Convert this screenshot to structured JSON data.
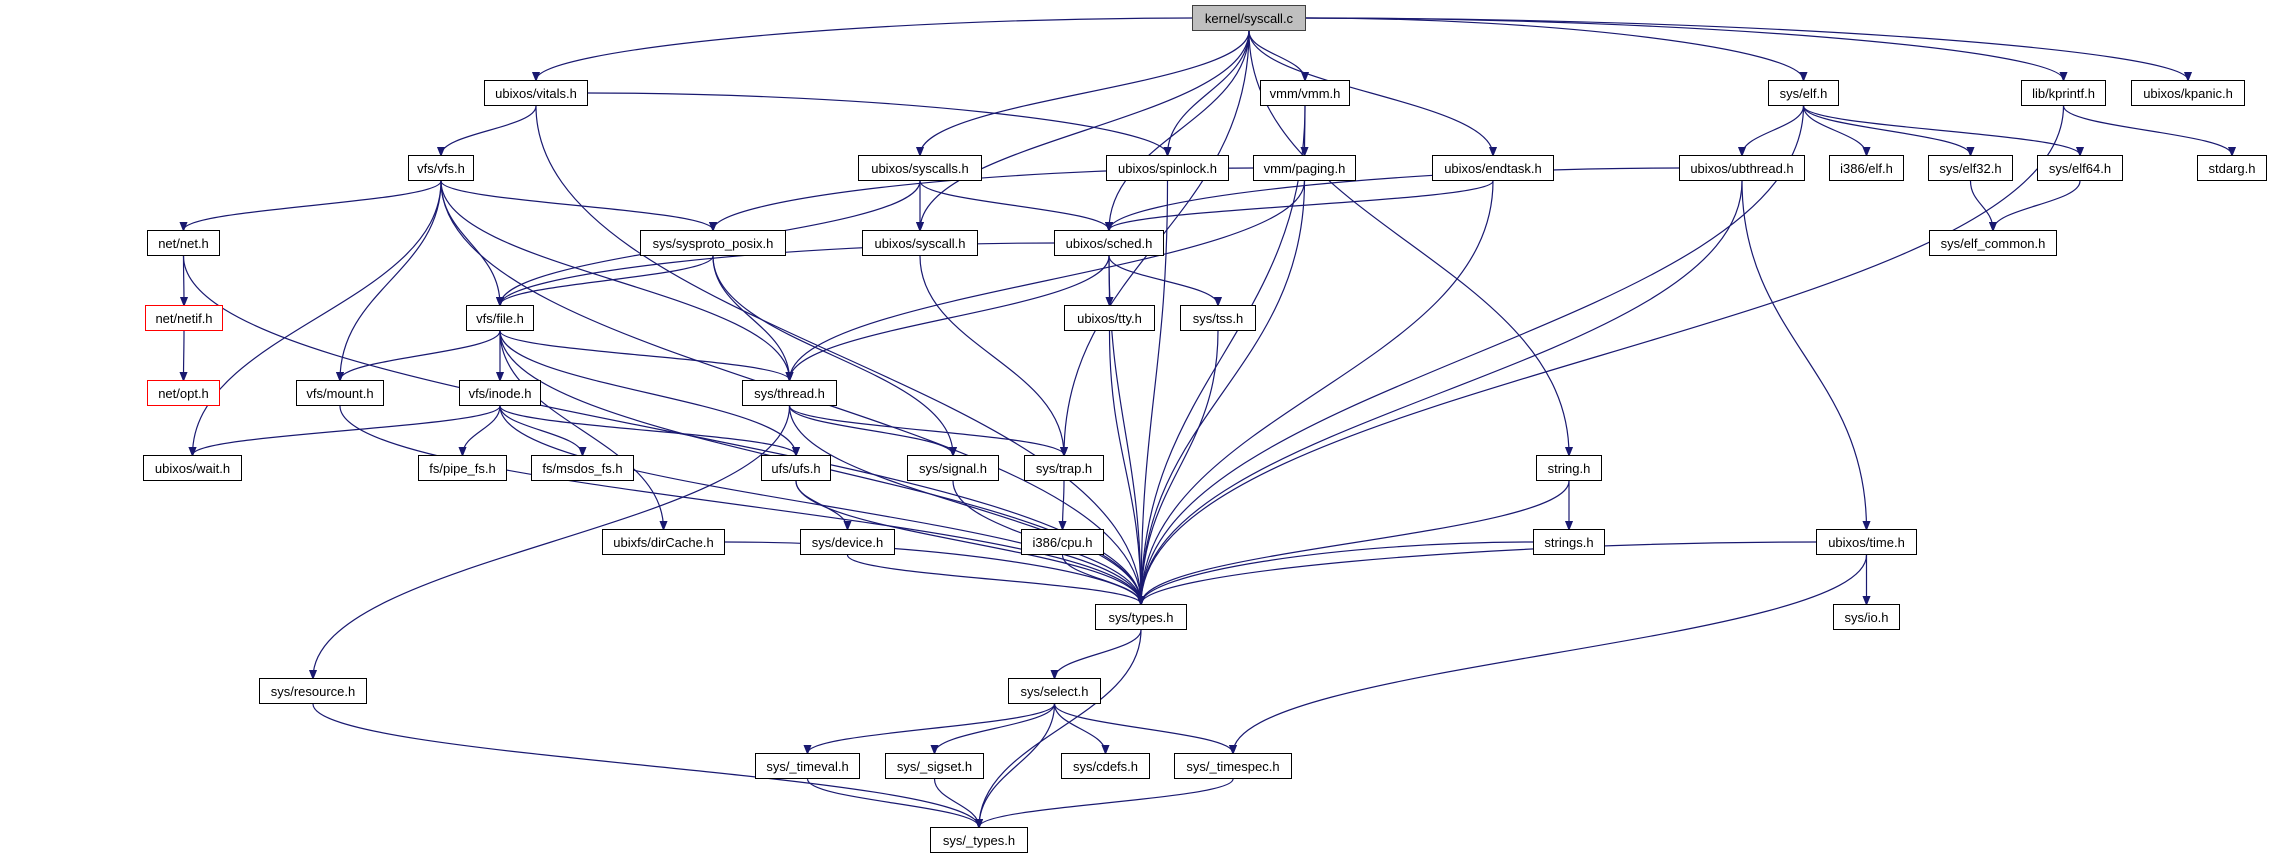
{
  "title": "kernel/syscall.c",
  "colors": {
    "edge": "#191970",
    "root_fill": "#bfbfbf",
    "missing_border": "#ff0000",
    "node_border": "#000000"
  },
  "nodes": [
    {
      "id": "kernel_syscall_c",
      "label": "kernel/syscall.c",
      "kind": "root"
    },
    {
      "id": "ubixos_vitals_h",
      "label": "ubixos/vitals.h"
    },
    {
      "id": "vmm_vmm_h",
      "label": "vmm/vmm.h"
    },
    {
      "id": "sys_elf_h",
      "label": "sys/elf.h"
    },
    {
      "id": "lib_kprintf_h",
      "label": "lib/kprintf.h"
    },
    {
      "id": "ubixos_kpanic_h",
      "label": "ubixos/kpanic.h"
    },
    {
      "id": "vfs_vfs_h",
      "label": "vfs/vfs.h"
    },
    {
      "id": "ubixos_syscalls_h",
      "label": "ubixos/syscalls.h"
    },
    {
      "id": "ubixos_spinlock_h",
      "label": "ubixos/spinlock.h"
    },
    {
      "id": "vmm_paging_h",
      "label": "vmm/paging.h"
    },
    {
      "id": "ubixos_endtask_h",
      "label": "ubixos/endtask.h"
    },
    {
      "id": "ubixos_ubthread_h",
      "label": "ubixos/ubthread.h"
    },
    {
      "id": "i386_elf_h",
      "label": "i386/elf.h"
    },
    {
      "id": "sys_elf32_h",
      "label": "sys/elf32.h"
    },
    {
      "id": "sys_elf64_h",
      "label": "sys/elf64.h"
    },
    {
      "id": "stdarg_h",
      "label": "stdarg.h"
    },
    {
      "id": "net_net_h",
      "label": "net/net.h"
    },
    {
      "id": "sys_sysproto_posix_h",
      "label": "sys/sysproto_posix.h"
    },
    {
      "id": "ubixos_syscall_h",
      "label": "ubixos/syscall.h"
    },
    {
      "id": "ubixos_sched_h",
      "label": "ubixos/sched.h"
    },
    {
      "id": "sys_elf_common_h",
      "label": "sys/elf_common.h"
    },
    {
      "id": "net_netif_h",
      "label": "net/netif.h",
      "kind": "missing"
    },
    {
      "id": "vfs_file_h",
      "label": "vfs/file.h"
    },
    {
      "id": "ubixos_tty_h",
      "label": "ubixos/tty.h"
    },
    {
      "id": "sys_tss_h",
      "label": "sys/tss.h"
    },
    {
      "id": "net_opt_h",
      "label": "net/opt.h",
      "kind": "missing"
    },
    {
      "id": "vfs_mount_h",
      "label": "vfs/mount.h"
    },
    {
      "id": "vfs_inode_h",
      "label": "vfs/inode.h"
    },
    {
      "id": "sys_thread_h",
      "label": "sys/thread.h"
    },
    {
      "id": "ubixos_wait_h",
      "label": "ubixos/wait.h"
    },
    {
      "id": "fs_pipe_fs_h",
      "label": "fs/pipe_fs.h"
    },
    {
      "id": "fs_msdos_fs_h",
      "label": "fs/msdos_fs.h"
    },
    {
      "id": "ufs_ufs_h",
      "label": "ufs/ufs.h"
    },
    {
      "id": "sys_signal_h",
      "label": "sys/signal.h"
    },
    {
      "id": "sys_trap_h",
      "label": "sys/trap.h"
    },
    {
      "id": "string_h",
      "label": "string.h"
    },
    {
      "id": "ubixfs_dircache_h",
      "label": "ubixfs/dirCache.h"
    },
    {
      "id": "sys_device_h",
      "label": "sys/device.h"
    },
    {
      "id": "i386_cpu_h",
      "label": "i386/cpu.h"
    },
    {
      "id": "strings_h",
      "label": "strings.h"
    },
    {
      "id": "ubixos_time_h",
      "label": "ubixos/time.h"
    },
    {
      "id": "sys_types_h",
      "label": "sys/types.h"
    },
    {
      "id": "sys_io_h",
      "label": "sys/io.h"
    },
    {
      "id": "sys_resource_h",
      "label": "sys/resource.h"
    },
    {
      "id": "sys_select_h",
      "label": "sys/select.h"
    },
    {
      "id": "sys_timeval_h",
      "label": "sys/_timeval.h"
    },
    {
      "id": "sys_sigset_h",
      "label": "sys/_sigset.h"
    },
    {
      "id": "sys_cdefs_h",
      "label": "sys/cdefs.h"
    },
    {
      "id": "sys_timespec_h",
      "label": "sys/_timespec.h"
    },
    {
      "id": "sys__types_h",
      "label": "sys/_types.h"
    }
  ],
  "edges": [
    [
      "kernel_syscall_c",
      "ubixos_vitals_h"
    ],
    [
      "kernel_syscall_c",
      "ubixos_syscalls_h"
    ],
    [
      "kernel_syscall_c",
      "ubixos_syscall_h"
    ],
    [
      "kernel_syscall_c",
      "ubixos_sched_h"
    ],
    [
      "kernel_syscall_c",
      "ubixos_spinlock_h"
    ],
    [
      "kernel_syscall_c",
      "vmm_vmm_h"
    ],
    [
      "kernel_syscall_c",
      "ubixos_endtask_h"
    ],
    [
      "kernel_syscall_c",
      "sys_trap_h"
    ],
    [
      "kernel_syscall_c",
      "string_h"
    ],
    [
      "kernel_syscall_c",
      "sys_elf_h"
    ],
    [
      "kernel_syscall_c",
      "lib_kprintf_h"
    ],
    [
      "kernel_syscall_c",
      "ubixos_kpanic_h"
    ],
    [
      "ubixos_vitals_h",
      "vfs_vfs_h"
    ],
    [
      "ubixos_vitals_h",
      "ubixos_spinlock_h"
    ],
    [
      "ubixos_vitals_h",
      "sys_types_h"
    ],
    [
      "vfs_vfs_h",
      "net_net_h"
    ],
    [
      "vfs_vfs_h",
      "sys_sysproto_posix_h"
    ],
    [
      "vfs_vfs_h",
      "vfs_file_h"
    ],
    [
      "vfs_vfs_h",
      "vfs_mount_h"
    ],
    [
      "vfs_vfs_h",
      "ubixos_wait_h"
    ],
    [
      "vfs_vfs_h",
      "sys_thread_h"
    ],
    [
      "vfs_vfs_h",
      "sys_types_h"
    ],
    [
      "ubixos_syscalls_h",
      "ubixos_syscall_h"
    ],
    [
      "ubixos_syscalls_h",
      "ubixos_sched_h"
    ],
    [
      "ubixos_syscalls_h",
      "vfs_file_h"
    ],
    [
      "ubixos_spinlock_h",
      "sys_types_h"
    ],
    [
      "vmm_vmm_h",
      "vmm_paging_h"
    ],
    [
      "vmm_vmm_h",
      "sys_types_h"
    ],
    [
      "vmm_paging_h",
      "sys_sysproto_posix_h"
    ],
    [
      "vmm_paging_h",
      "sys_thread_h"
    ],
    [
      "vmm_paging_h",
      "sys_types_h"
    ],
    [
      "ubixos_endtask_h",
      "ubixos_sched_h"
    ],
    [
      "ubixos_endtask_h",
      "sys_types_h"
    ],
    [
      "sys_elf_h",
      "ubixos_ubthread_h"
    ],
    [
      "sys_elf_h",
      "i386_elf_h"
    ],
    [
      "sys_elf_h",
      "sys_elf32_h"
    ],
    [
      "sys_elf_h",
      "sys_elf64_h"
    ],
    [
      "sys_elf_h",
      "sys_types_h"
    ],
    [
      "lib_kprintf_h",
      "stdarg_h"
    ],
    [
      "lib_kprintf_h",
      "sys_types_h"
    ],
    [
      "ubixos_ubthread_h",
      "ubixos_sched_h"
    ],
    [
      "ubixos_ubthread_h",
      "ubixos_time_h"
    ],
    [
      "ubixos_ubthread_h",
      "sys_types_h"
    ],
    [
      "sys_elf32_h",
      "sys_elf_common_h"
    ],
    [
      "sys_elf64_h",
      "sys_elf_common_h"
    ],
    [
      "net_net_h",
      "net_netif_h"
    ],
    [
      "net_net_h",
      "sys_types_h"
    ],
    [
      "net_netif_h",
      "net_opt_h"
    ],
    [
      "sys_sysproto_posix_h",
      "vfs_file_h"
    ],
    [
      "sys_sysproto_posix_h",
      "sys_thread_h"
    ],
    [
      "sys_sysproto_posix_h",
      "sys_signal_h"
    ],
    [
      "ubixos_syscall_h",
      "sys_trap_h"
    ],
    [
      "ubixos_sched_h",
      "vfs_file_h"
    ],
    [
      "ubixos_sched_h",
      "sys_thread_h"
    ],
    [
      "ubixos_sched_h",
      "ubixos_tty_h"
    ],
    [
      "ubixos_sched_h",
      "sys_tss_h"
    ],
    [
      "ubixos_sched_h",
      "sys_types_h"
    ],
    [
      "vfs_file_h",
      "vfs_mount_h"
    ],
    [
      "vfs_file_h",
      "vfs_inode_h"
    ],
    [
      "vfs_file_h",
      "sys_thread_h"
    ],
    [
      "vfs_file_h",
      "ufs_ufs_h"
    ],
    [
      "vfs_file_h",
      "ubixfs_dircache_h"
    ],
    [
      "vfs_file_h",
      "sys_types_h"
    ],
    [
      "vfs_mount_h",
      "sys_types_h"
    ],
    [
      "vfs_inode_h",
      "ubixos_wait_h"
    ],
    [
      "vfs_inode_h",
      "fs_pipe_fs_h"
    ],
    [
      "vfs_inode_h",
      "fs_msdos_fs_h"
    ],
    [
      "vfs_inode_h",
      "ufs_ufs_h"
    ],
    [
      "vfs_inode_h",
      "sys_types_h"
    ],
    [
      "sys_thread_h",
      "sys_signal_h"
    ],
    [
      "sys_thread_h",
      "sys_trap_h"
    ],
    [
      "sys_thread_h",
      "sys_resource_h"
    ],
    [
      "sys_thread_h",
      "sys_types_h"
    ],
    [
      "ufs_ufs_h",
      "sys_device_h"
    ],
    [
      "ufs_ufs_h",
      "sys_types_h"
    ],
    [
      "sys_signal_h",
      "sys_types_h"
    ],
    [
      "sys_trap_h",
      "i386_cpu_h"
    ],
    [
      "i386_cpu_h",
      "sys_types_h"
    ],
    [
      "ubixos_tty_h",
      "sys_types_h"
    ],
    [
      "sys_tss_h",
      "sys_types_h"
    ],
    [
      "string_h",
      "strings_h"
    ],
    [
      "string_h",
      "sys_types_h"
    ],
    [
      "strings_h",
      "sys_types_h"
    ],
    [
      "ubixos_time_h",
      "sys_io_h"
    ],
    [
      "ubixos_time_h",
      "sys_types_h"
    ],
    [
      "ubixos_time_h",
      "sys_timespec_h"
    ],
    [
      "ubixfs_dircache_h",
      "sys_types_h"
    ],
    [
      "sys_device_h",
      "sys_types_h"
    ],
    [
      "sys_types_h",
      "sys_select_h"
    ],
    [
      "sys_types_h",
      "sys__types_h"
    ],
    [
      "sys_select_h",
      "sys_timeval_h"
    ],
    [
      "sys_select_h",
      "sys_sigset_h"
    ],
    [
      "sys_select_h",
      "sys__types_h"
    ],
    [
      "sys_select_h",
      "sys_cdefs_h"
    ],
    [
      "sys_select_h",
      "sys_timespec_h"
    ],
    [
      "sys_timeval_h",
      "sys__types_h"
    ],
    [
      "sys_sigset_h",
      "sys__types_h"
    ],
    [
      "sys_timespec_h",
      "sys__types_h"
    ],
    [
      "sys_resource_h",
      "sys__types_h"
    ]
  ]
}
